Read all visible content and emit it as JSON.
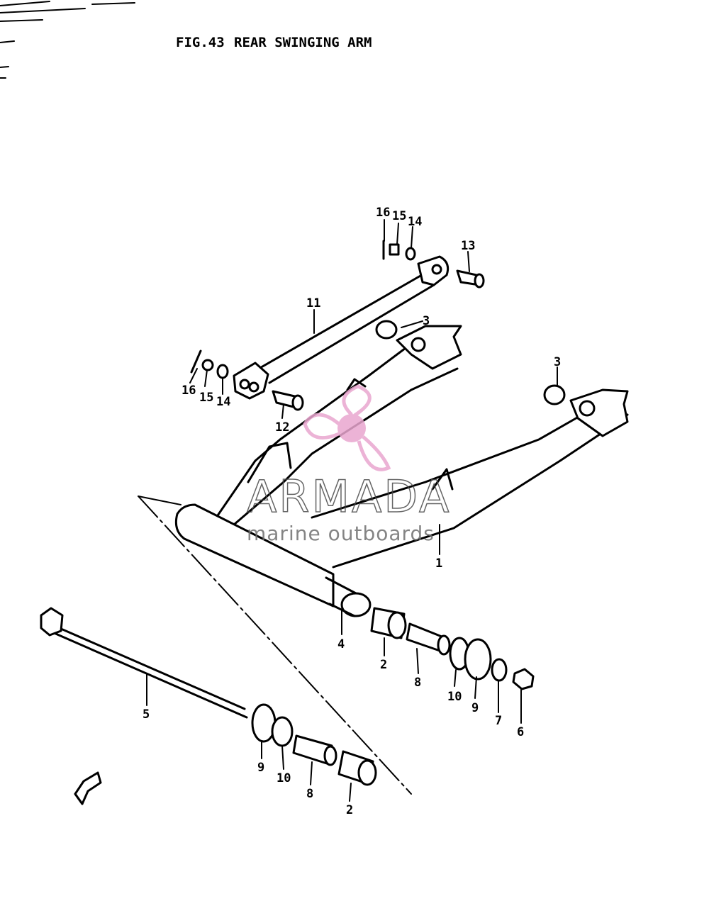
{
  "figure": {
    "number_label": "FIG.43",
    "title": "REAR SWINGING ARM"
  },
  "watermark": {
    "brand": "ARMADA",
    "tagline": "marine outboards",
    "logo_color": "#e9a6cf"
  },
  "callouts": [
    {
      "id": "c16a",
      "text": "16"
    },
    {
      "id": "c15a",
      "text": "15"
    },
    {
      "id": "c14a",
      "text": "14"
    },
    {
      "id": "c13",
      "text": "13"
    },
    {
      "id": "c11",
      "text": "11"
    },
    {
      "id": "c3a",
      "text": "3"
    },
    {
      "id": "c3b",
      "text": "3"
    },
    {
      "id": "c16b",
      "text": "16"
    },
    {
      "id": "c15b",
      "text": "15"
    },
    {
      "id": "c14b",
      "text": "14"
    },
    {
      "id": "c12",
      "text": "12"
    },
    {
      "id": "c1",
      "text": "1"
    },
    {
      "id": "c4",
      "text": "4"
    },
    {
      "id": "c2a",
      "text": "2"
    },
    {
      "id": "c8a",
      "text": "8"
    },
    {
      "id": "c10a",
      "text": "10"
    },
    {
      "id": "c9a",
      "text": "9"
    },
    {
      "id": "c7",
      "text": "7"
    },
    {
      "id": "c6",
      "text": "6"
    },
    {
      "id": "c5",
      "text": "5"
    },
    {
      "id": "c9b",
      "text": "9"
    },
    {
      "id": "c10b",
      "text": "10"
    },
    {
      "id": "c8b",
      "text": "8"
    },
    {
      "id": "c2b",
      "text": "2"
    }
  ],
  "front_arrow_icon": "arrow-icon"
}
